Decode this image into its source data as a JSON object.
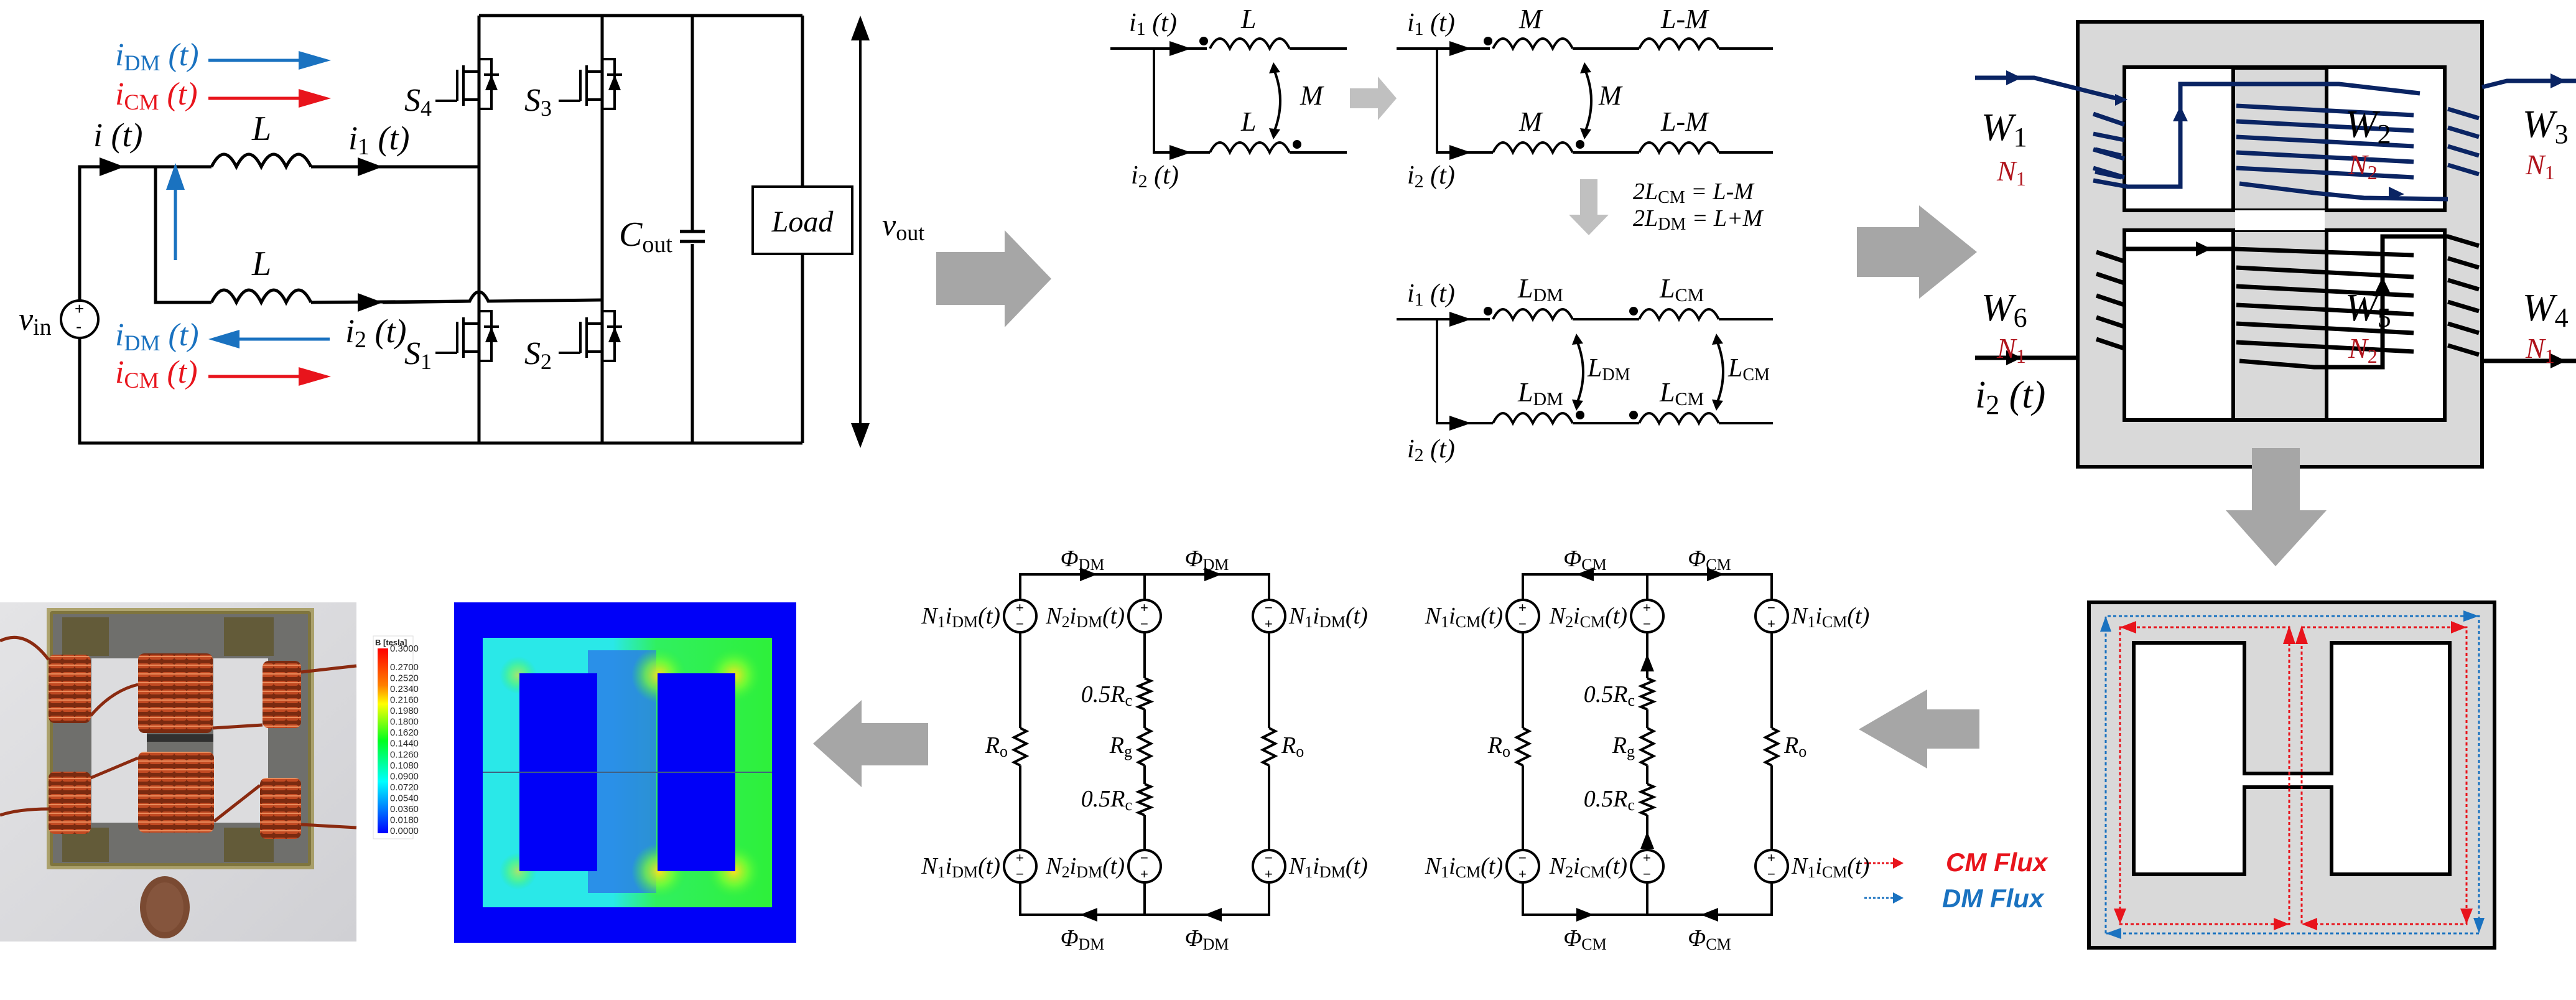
{
  "figure": {
    "panels": [
      "boost-converter-schematic",
      "coupled-inductor-decomposition",
      "integrated-core-windings",
      "flux-path-core",
      "cm-magnetic-circuit",
      "dm-magnetic-circuit",
      "fea-flux-density",
      "prototype-photo"
    ]
  },
  "converter": {
    "idm_label": "i",
    "idm_sub": "DM",
    "icm_label": "i",
    "icm_sub": "CM",
    "t_suffix": " (t)",
    "i_t": "i (t)",
    "i1": "i",
    "i1_sub": "1",
    "i2": "i",
    "i2_sub": "2",
    "L_top": "L",
    "L_bot": "L",
    "vin": "v",
    "vin_sub": "in",
    "plus": "+",
    "minus": "-",
    "s4": "S",
    "s4_sub": "4",
    "s3": "S",
    "s3_sub": "3",
    "s1": "S",
    "s1_sub": "1",
    "s2": "S",
    "s2_sub": "2",
    "cout": "C",
    "cout_sub": "out",
    "load": "Load",
    "vout": "v",
    "vout_sub": "out",
    "colors": {
      "dm": "#1a72c0",
      "cm": "#e8141c"
    }
  },
  "coupled": {
    "i1": "i",
    "i1_sub": "1",
    "i2": "i",
    "i2_sub": "2",
    "t": " (t)",
    "L": "L",
    "M": "M",
    "LminusM": "L-M",
    "eq1_pre": "2L",
    "eq1_sub": "CM",
    "eq1_post": " = L-M",
    "eq2_pre": "2L",
    "eq2_sub": "DM",
    "eq2_post": " = L+M",
    "Ldm": "L",
    "Ldm_sub": "DM",
    "Lcm": "L",
    "Lcm_sub": "CM"
  },
  "core": {
    "windings": [
      {
        "name": "W",
        "sub": "1",
        "turns": "N",
        "turns_sub": "1"
      },
      {
        "name": "W",
        "sub": "2",
        "turns": "N",
        "turns_sub": "2"
      },
      {
        "name": "W",
        "sub": "3",
        "turns": "N",
        "turns_sub": "1"
      },
      {
        "name": "W",
        "sub": "4",
        "turns": "N",
        "turns_sub": "1"
      },
      {
        "name": "W",
        "sub": "5",
        "turns": "N",
        "turns_sub": "2"
      },
      {
        "name": "W",
        "sub": "6",
        "turns": "N",
        "turns_sub": "1"
      }
    ],
    "i2": "i",
    "i2_sub": "2",
    "t": " (t)",
    "colors": {
      "winding_top": "#0a2463",
      "winding_bottom": "#000000",
      "core": "#d9d9d9",
      "turns_label": "#b0141c"
    }
  },
  "flux": {
    "cm_label": "CM Flux",
    "dm_label": "DM Flux",
    "colors": {
      "cm": "#e8141c",
      "dm": "#1a72c0"
    }
  },
  "cm_circuit": {
    "phi": "Φ",
    "phi_sub": "CM",
    "src_left": {
      "pre": "N",
      "n_sub": "1",
      "i": "i",
      "i_sub": "CM",
      "post": "(t)"
    },
    "src_mid": {
      "pre": "N",
      "n_sub": "2",
      "i": "i",
      "i_sub": "CM",
      "post": "(t)"
    },
    "src_right": {
      "pre": "N",
      "n_sub": "1",
      "i": "i",
      "i_sub": "CM",
      "post": "(t)"
    },
    "r_outer": "R",
    "r_outer_sub": "o",
    "r_gap": "R",
    "r_gap_sub": "g",
    "r_core": "0.5R",
    "r_core_sub": "c"
  },
  "dm_circuit": {
    "phi": "Φ",
    "phi_sub": "DM",
    "src_left": {
      "pre": "N",
      "n_sub": "1",
      "i": "i",
      "i_sub": "DM",
      "post": "(t)"
    },
    "src_mid": {
      "pre": "N",
      "n_sub": "2",
      "i": "i",
      "i_sub": "DM",
      "post": "(t)"
    },
    "src_right": {
      "pre": "N",
      "n_sub": "1",
      "i": "i",
      "i_sub": "DM",
      "post": "(t)"
    },
    "r_outer": "R",
    "r_outer_sub": "o",
    "r_gap": "R",
    "r_gap_sub": "g",
    "r_core": "0.5R",
    "r_core_sub": "c"
  },
  "fea": {
    "colorbar_title": "B [tesla]",
    "colorbar_ticks": [
      "0.3000",
      "0.2700",
      "0.2520",
      "0.2340",
      "0.2160",
      "0.1980",
      "0.1800",
      "0.1620",
      "0.1440",
      "0.1260",
      "0.1080",
      "0.0900",
      "0.0720",
      "0.0540",
      "0.0360",
      "0.0180",
      "0.0000"
    ],
    "range_tesla": [
      0.0,
      0.3
    ]
  },
  "photo": {
    "description": "Prototype integrated coupled inductor on ferrite core with copper windings and coin for scale"
  }
}
